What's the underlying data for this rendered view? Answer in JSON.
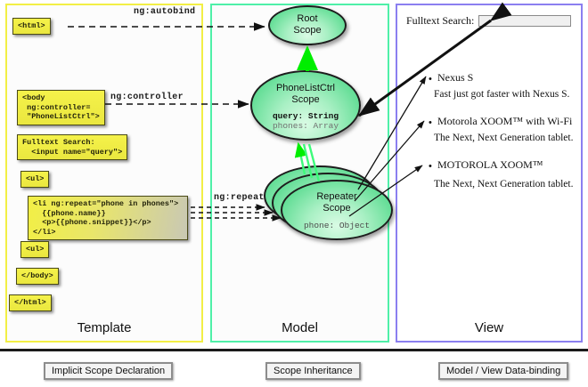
{
  "panels": {
    "template": {
      "label": "Template",
      "color": "#f2ef45"
    },
    "model": {
      "label": "Model",
      "color": "#4ff0a8"
    },
    "view": {
      "label": "View",
      "color": "#8b7ff0"
    }
  },
  "template_code": {
    "html_open": "<html>",
    "body_open": "<body\n ng:controller=\n \"PhoneListCtrl\">",
    "search": "Fulltext Search:\n  <input name=\"query\">",
    "ul_open": "<ul>",
    "li_repeat": "<li ng:repeat=\"phone in phones\">\n  {{phone.name}}\n  <p>{{phone.snippet}}</p>\n</li>",
    "ul_close": "<ul>",
    "body_close": "</body>",
    "html_close": "</html>"
  },
  "edge_labels": {
    "autobind": "ng:autobind",
    "controller": "ng:controller",
    "repeat": "ng:repeat"
  },
  "model": {
    "root_scope": {
      "title_line1": "Root",
      "title_line2": "Scope"
    },
    "phonelist_scope": {
      "title_line1": "PhoneListCtrl",
      "title_line2": "Scope",
      "var1": "query: String",
      "var2": "phones: Array"
    },
    "repeater_scope": {
      "title_line1": "Repeater",
      "title_line2": "Scope",
      "var1": "phone: Object"
    }
  },
  "view": {
    "search_label": "Fulltext Search:",
    "search_value": "",
    "search_placeholder": "",
    "items": [
      {
        "name": "Nexus S",
        "desc": "Fast just got faster with Nexus S."
      },
      {
        "name": "Motorola XOOM™  with Wi-Fi",
        "desc": "The Next, Next Generation tablet."
      },
      {
        "name": "MOTOROLA XOOM™",
        "desc": "The Next, Next Generation tablet."
      }
    ]
  },
  "legend": {
    "implicit": "Implicit Scope Declaration",
    "inheritance": "Scope Inheritance",
    "databinding": "Model / View Data-binding"
  },
  "colors": {
    "template_border": "#f2ef45",
    "model_border": "#4ff0a8",
    "view_border": "#8b7ff0",
    "scope_green": "#62dd95",
    "code_yellow": "#f2ef45",
    "inheritance_arrow": "#00ee00"
  }
}
